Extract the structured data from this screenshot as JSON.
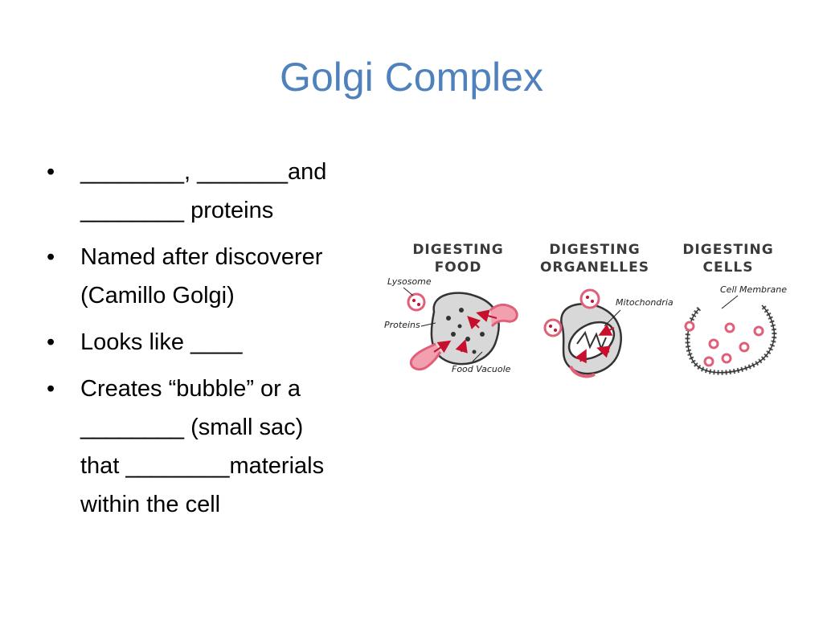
{
  "slide": {
    "title": "Golgi Complex",
    "bullets": [
      {
        "line1": "________, _______and",
        "line2": "________ proteins"
      },
      {
        "line1": "Named after discoverer",
        "line2": "(Camillo Golgi)"
      },
      {
        "line1": "Looks like ____"
      },
      {
        "line1": "Creates “bubble” or a",
        "line2": "________ (small sac)",
        "line3": "that ________materials",
        "line4": "within the cell"
      }
    ],
    "bullet_symbol": "•"
  },
  "figure": {
    "panels": [
      {
        "heading1": "DIGESTING",
        "heading2": "FOOD",
        "labels": [
          "Lysosome",
          "Proteins",
          "Food Vacuole"
        ]
      },
      {
        "heading1": "DIGESTING",
        "heading2": "ORGANELLES",
        "labels": [
          "Mitochondria"
        ]
      },
      {
        "heading1": "DIGESTING",
        "heading2": "CELLS",
        "labels": [
          "Cell Membrane"
        ]
      }
    ],
    "colors": {
      "lysosome": "#e0607a",
      "dark": "#333333",
      "vacuole": "#d8d8d8",
      "arrow": "#c8102e"
    }
  }
}
